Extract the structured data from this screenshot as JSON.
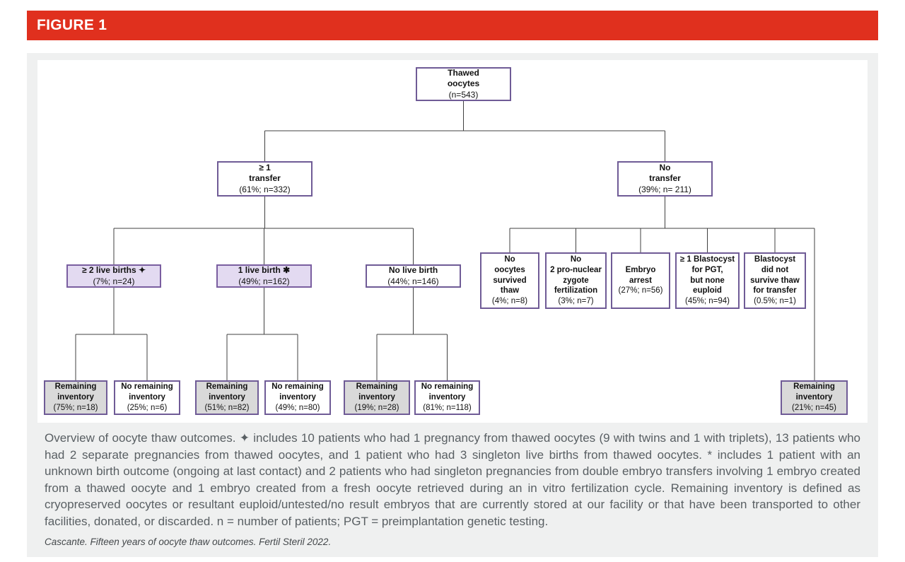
{
  "banner": {
    "title": "FIGURE 1",
    "color": "#E0301E"
  },
  "flowchart": {
    "colors": {
      "node_border": "#6F5B96",
      "lavender_fill": "#E3DAF1",
      "gray_fill": "#D9D9D9",
      "line": "#404040"
    },
    "nodes": {
      "root": {
        "label": "Thawed\noocytes",
        "stat": "(n=543)"
      },
      "transfer": {
        "label": "≥ 1\ntransfer",
        "stat": "(61%; n=332)"
      },
      "no_transfer": {
        "label": "No\ntransfer",
        "stat": "(39%; n= 211)"
      },
      "live_births_2plus": {
        "label": "≥ 2 live births ✦",
        "stat": "(7%; n=24)"
      },
      "live_birth_1": {
        "label": "1 live birth ✱",
        "stat": "(49%; n=162)"
      },
      "no_live_birth": {
        "label": "No live birth",
        "stat": "(44%; n=146)"
      },
      "no_oocytes_survived": {
        "label": "No\noocytes\nsurvived\nthaw",
        "stat": "(4%; n=8)"
      },
      "no_2pn_fertilization": {
        "label": "No\n2 pro-nuclear\nzygote\nfertilization",
        "stat": "(3%; n=7)"
      },
      "embryo_arrest": {
        "label": "Embryo\narrest",
        "stat": "(27%; n=56)"
      },
      "blastocyst_none_euploid": {
        "label": "≥ 1 Blastocyst\nfor PGT,\nbut none\neuploid",
        "stat": "(45%; n=94)"
      },
      "blastocyst_not_survive": {
        "label": "Blastocyst\ndid not\nsurvive thaw\nfor transfer",
        "stat": "(0.5%; n=1)"
      },
      "rem_inv_2plus": {
        "label": "Remaining\ninventory",
        "stat": "(75%; n=18)"
      },
      "no_rem_inv_2plus": {
        "label": "No remaining\ninventory",
        "stat": "(25%; n=6)"
      },
      "rem_inv_1": {
        "label": "Remaining\ninventory",
        "stat": "(51%; n=82)"
      },
      "no_rem_inv_1": {
        "label": "No remaining\ninventory",
        "stat": "(49%; n=80)"
      },
      "rem_inv_0": {
        "label": "Remaining\ninventory",
        "stat": "(19%; n=28)"
      },
      "no_rem_inv_0": {
        "label": "No remaining\ninventory",
        "stat": "(81%; n=118)"
      },
      "rem_inv_no_transfer": {
        "label": "Remaining\ninventory",
        "stat": "(21%; n=45)"
      }
    }
  },
  "caption": {
    "text": "Overview of oocyte thaw outcomes. ✦ includes 10 patients who had 1 pregnancy from thawed oocytes (9 with twins and 1 with triplets), 13 patients who had 2 separate pregnancies from thawed oocytes, and 1 patient who had 3 singleton live births from thawed oocytes. * includes 1 patient with an unknown birth outcome (ongoing at last contact) and 2 patients who had singleton pregnancies from double embryo transfers involving 1 embryo created from a thawed oocyte and 1 embryo created from a fresh oocyte retrieved during an in vitro fertilization cycle. Remaining inventory is defined as cryopreserved oocytes or resultant euploid/untested/no result embryos that are currently stored at our facility or that have been transported to other facilities, donated, or discarded. n = number of patients; PGT = preimplantation genetic testing.",
    "citation": "Cascante. Fifteen years of oocyte thaw outcomes. Fertil Steril 2022."
  }
}
